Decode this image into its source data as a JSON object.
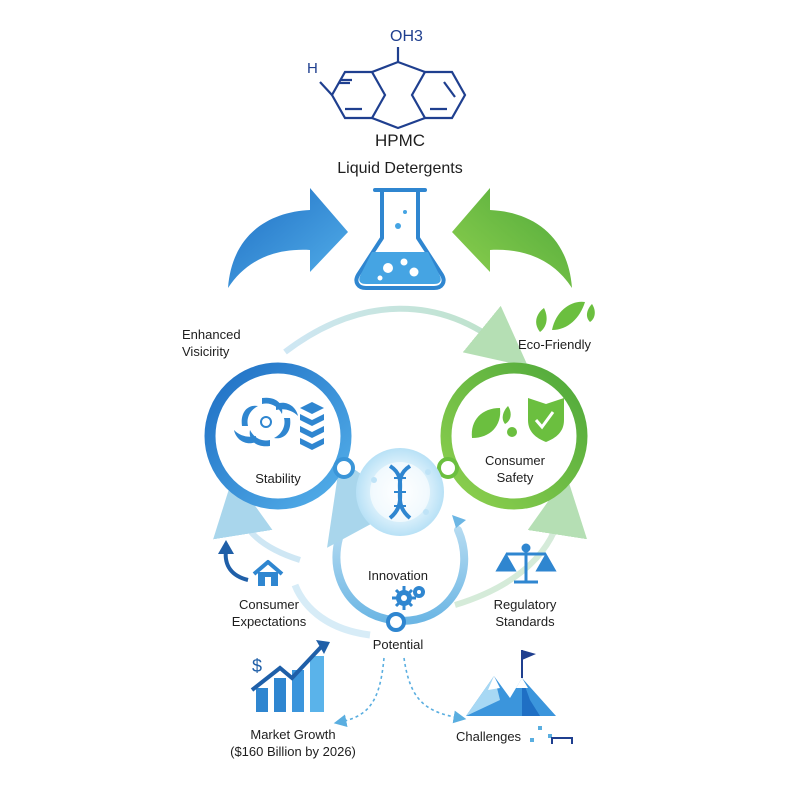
{
  "molecule": {
    "h_label": "H",
    "oh_label": "OH3"
  },
  "header": {
    "name": "HPMC",
    "subtitle": "Liquid Detergents"
  },
  "nodes": {
    "enhanced_viscosity": {
      "line1": "Enhanced",
      "line2": "Visicirity"
    },
    "eco_friendly": "Eco-Friendly",
    "stability": "Stability",
    "consumer_safety": {
      "line1": "Consumer",
      "line2": "Safety"
    },
    "innovation": "Innovation",
    "potential": "Potential",
    "consumer_expectations": {
      "line1": "Consumer",
      "line2": "Expectations"
    },
    "regulatory_standards": {
      "line1": "Regulatory",
      "line2": "Standards"
    },
    "market_growth": {
      "line1": "Market Growth",
      "line2": "($160 Billion by 2026)",
      "currency_symbol": "$"
    },
    "challenges": "Challenges"
  },
  "colors": {
    "blue": "#2f86d0",
    "blue_light": "#5ab3ea",
    "green": "#6bbf3f",
    "green_dark": "#4ea83a",
    "navy": "#1f3f8f",
    "pale_blue": "#cfe7f4"
  },
  "icons": [
    "molecule-icon",
    "flask-icon",
    "leaf-drops-icon",
    "swirl-icon",
    "layers-icon",
    "leaves-icon",
    "shield-check-icon",
    "dna-icon",
    "gears-icon",
    "house-icon",
    "scale-icon",
    "growth-chart-icon",
    "mountain-flag-icon"
  ]
}
